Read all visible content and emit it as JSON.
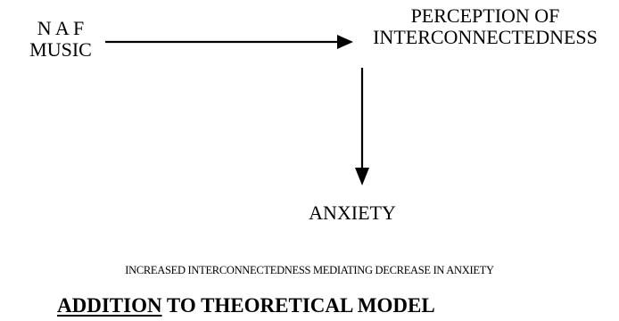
{
  "diagram": {
    "source_node": {
      "lines": [
        "N A F",
        "MUSIC"
      ]
    },
    "mediator_node": {
      "lines": [
        "PERCEPTION OF",
        "INTERCONNECTEDNESS"
      ]
    },
    "outcome_node": {
      "label": "ANXIETY"
    },
    "edges": [
      {
        "from": "source_node",
        "to": "mediator_node"
      },
      {
        "from": "mediator_node",
        "to": "outcome_node"
      }
    ],
    "caption": "INCREASED INTERCONNECTEDNESS MEDIATING DECREASE IN ANXIETY",
    "title": {
      "underlined": "ADDITION",
      "rest": " TO THEORETICAL MODEL"
    }
  }
}
